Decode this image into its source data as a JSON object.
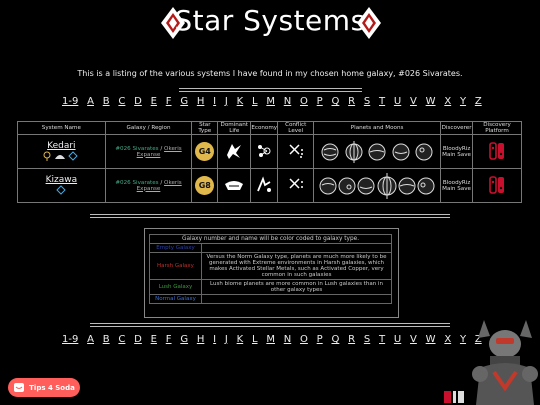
{
  "header": {
    "title": "Star Systems"
  },
  "intro": "This is a listing of the various systems I have found in my chosen home galaxy, #026 Sivarates.",
  "alphabet": [
    "1-9",
    "A",
    "B",
    "C",
    "D",
    "E",
    "F",
    "G",
    "H",
    "I",
    "J",
    "K",
    "L",
    "M",
    "N",
    "O",
    "P",
    "Q",
    "R",
    "S",
    "T",
    "U",
    "V",
    "W",
    "X",
    "Y",
    "Z"
  ],
  "table": {
    "headers": [
      "System Name",
      "Galaxy / Region",
      "Star Type",
      "Dominant Life",
      "Economy",
      "Conflict Level",
      "Planets and Moons",
      "Discoverer",
      "Discovery Platform"
    ],
    "rows": [
      {
        "name": "Kedari",
        "galaxy": "#026 Sivarates",
        "region": "Okeris Expanse",
        "star": "G4",
        "discoverer": "BloodyRiz",
        "save": "Main Save"
      },
      {
        "name": "Kizawa",
        "galaxy": "#026 Sivarates",
        "region": "Okeris Expanse",
        "star": "G8",
        "discoverer": "BloodyRiz",
        "save": "Main Save"
      }
    ]
  },
  "legend": {
    "caption": "Galaxy number and name will be color coded to galaxy type.",
    "rows": [
      {
        "type": "Empty Galaxy",
        "color": "#2a3fa8",
        "desc": ""
      },
      {
        "type": "Harsh Galaxy",
        "color": "#c0302a",
        "desc": "Versus the Norm Galaxy type, planets are much more likely to be generated with Extreme environments in Harsh galaxies, which makes Activated Stellar Metals, such as Activated Copper, very common in such galaxies"
      },
      {
        "type": "Lush Galaxy",
        "color": "#3c9a3c",
        "desc": "Lush biome planets are more common in Lush galaxies than in other galaxy types"
      },
      {
        "type": "Normal Galaxy",
        "color": "#3a6fd0",
        "desc": ""
      }
    ]
  },
  "tip_button": "Tips 4 Soda",
  "colors": {
    "accent": "#ff5e5b",
    "star_badge": "#e0b84c",
    "platform": "#c8102e"
  }
}
